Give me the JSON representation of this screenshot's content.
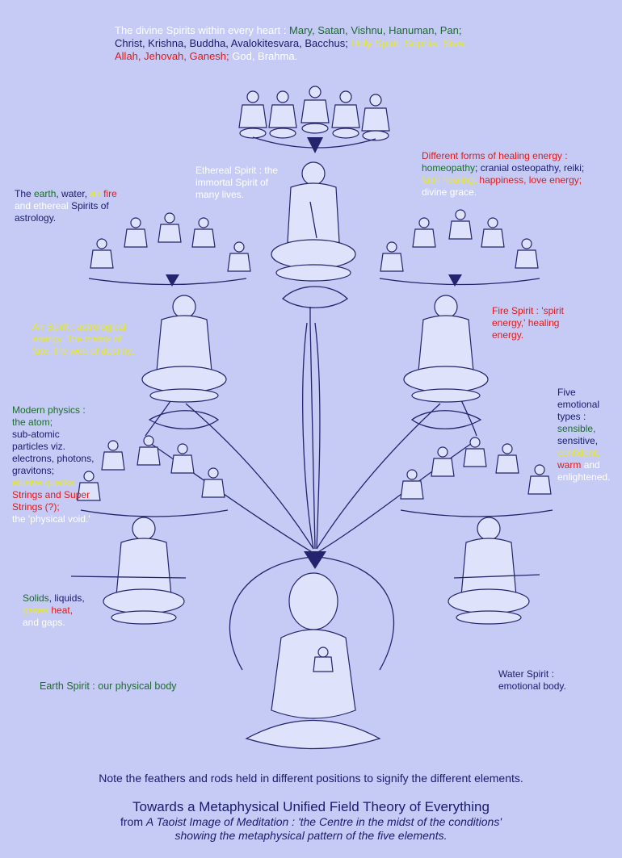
{
  "top_text": {
    "lead": "The divine Spirits within every heart : ",
    "g1": "Mary, Satan, Vishnu, Hanuman, Pan;",
    "n1": "Christ, Krishna, Buddha, Avalokitesvara, Bacchus; ",
    "y1": "Holy Spirit, Sophia, Siva;",
    "r1": "Allah, Jehovah, Ganesh; ",
    "w1": "God, Brahma."
  },
  "ethereal": {
    "text": "Ethereal Spirit : the immortal Spirit of many lives."
  },
  "astrology": {
    "a": "The ",
    "earth": "earth",
    "b": ", water, ",
    "air": "air",
    "fire": " fire",
    "ether": "and ethereal",
    "c": " Spirits of astrology."
  },
  "healing": {
    "title": "Different forms of healing energy :",
    "homeopathy": "homeopathy",
    "cranial": "; cranial osteopathy, reiki; ",
    "faith": "faith healing; ",
    "happiness": "happiness, love energy; ",
    "grace": "divine grace."
  },
  "air_spirit": {
    "text": "Air Spirit : astrological energy, 'the matrix of fate, the web of destiny."
  },
  "fire_spirit": {
    "text": "Fire Spirit : 'spirit energy,' healing energy."
  },
  "physics": {
    "title": "Modern physics : the atom;",
    "sub": "sub-atomic particles viz. electrons, photons, gravitons;",
    "quarks": "elusive quarks;",
    "strings": "Strings and Super Strings (?);",
    "void": "the 'physical void.'"
  },
  "emotional": {
    "a": "Five emotional types :",
    "sensible": "sensible,",
    "sensitive": "sensitive,",
    "confident": "confident,",
    "warm": "warm",
    "enlightened": "and enlightened."
  },
  "solids": {
    "solids": "Solids",
    "liquids": ", liquids,",
    "gases": "gases",
    "heat": " heat,",
    "gaps": "and gaps."
  },
  "earth_spirit": {
    "text": "Earth Spirit : our physical body"
  },
  "water_spirit": {
    "text": "Water Spirit : emotional body."
  },
  "footer": {
    "note": "Note the feathers and rods held in different positions to signify the different elements.",
    "title": "Towards a Metaphysical Unified Field Theory of Everything",
    "from": "from ",
    "book": "A Taoist Image of Meditation : 'the Centre in the midst of the conditions'",
    "showing": "showing the metaphysical pattern of the five elements."
  },
  "colors": {
    "background": "#c5cbf5",
    "ink": "#24246e",
    "white": "#ffffff",
    "green": "#1a6e2a",
    "yellow": "#e8e82a",
    "red": "#e01a1a"
  }
}
